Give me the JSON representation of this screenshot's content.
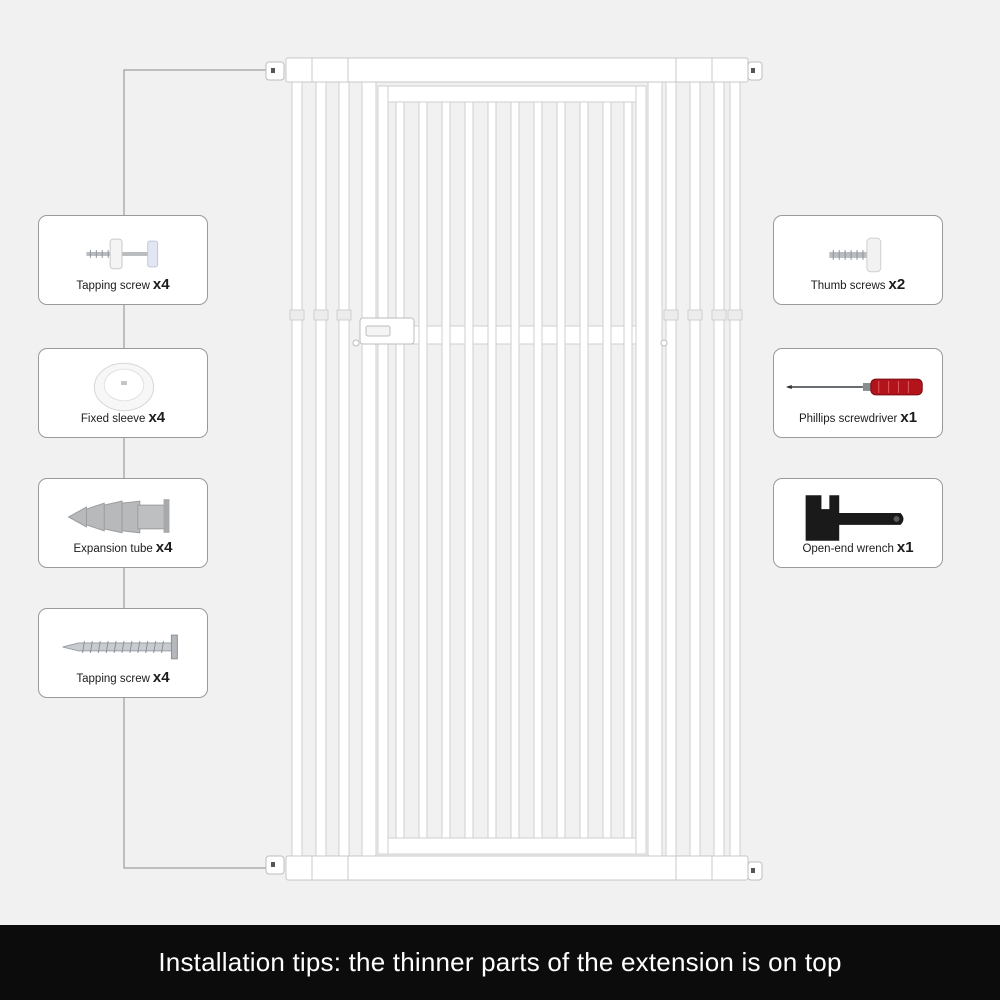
{
  "accessories_left": [
    {
      "name": "Tapping screw",
      "qty": "x4",
      "icon": "tapping-screw-anchor-icon"
    },
    {
      "name": "Fixed sleeve",
      "qty": "x4",
      "icon": "fixed-sleeve-cup-icon"
    },
    {
      "name": "Expansion tube",
      "qty": "x4",
      "icon": "expansion-tube-icon"
    },
    {
      "name": "Tapping screw",
      "qty": "x4",
      "icon": "tapping-screw-icon"
    }
  ],
  "accessories_right": [
    {
      "name": "Thumb screws",
      "qty": "x2",
      "icon": "thumb-screw-icon"
    },
    {
      "name": "Phillips screwdriver",
      "qty": "x1",
      "icon": "phillips-screwdriver-icon"
    },
    {
      "name": "Open-end wrench",
      "qty": "x1",
      "icon": "open-end-wrench-icon"
    }
  ],
  "footer": {
    "tip": "Installation tips: the thinner parts of the extension is on top"
  },
  "colors": {
    "background": "#f1f1f1",
    "gate": "#ffffff",
    "footer_bg": "#0c0c0c",
    "card_border": "#9a9a9a",
    "screwdriver_handle": "#b3141c",
    "wrench": "#1a1a1a"
  }
}
